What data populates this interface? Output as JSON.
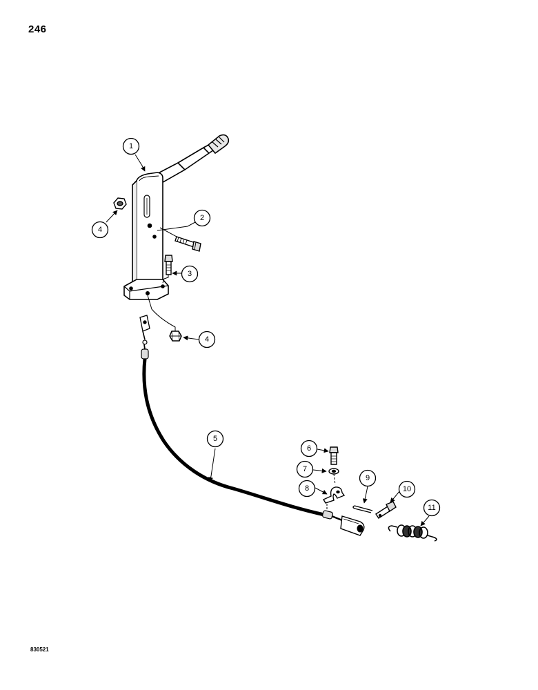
{
  "page_number": "246",
  "figure_code": "830521",
  "callouts": [
    {
      "id": "c1",
      "label": "1"
    },
    {
      "id": "c2",
      "label": "2"
    },
    {
      "id": "c3",
      "label": "3"
    },
    {
      "id": "c4a",
      "label": "4"
    },
    {
      "id": "c4b",
      "label": "4"
    },
    {
      "id": "c5",
      "label": "5"
    },
    {
      "id": "c6",
      "label": "6"
    },
    {
      "id": "c7",
      "label": "7"
    },
    {
      "id": "c8",
      "label": "8"
    },
    {
      "id": "c9",
      "label": "9"
    },
    {
      "id": "c10",
      "label": "10"
    },
    {
      "id": "c11",
      "label": "11"
    }
  ]
}
